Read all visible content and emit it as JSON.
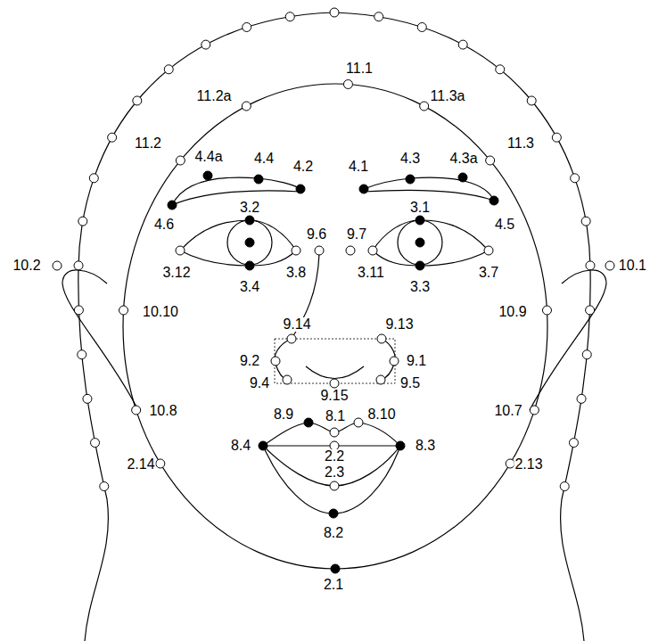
{
  "diagram": {
    "labels": [
      "11.1",
      "11.2a",
      "11.3a",
      "11.2",
      "11.3",
      "4.4a",
      "4.4",
      "4.2",
      "4.1",
      "4.3",
      "4.3a",
      "4.6",
      "4.5",
      "3.2",
      "3.1",
      "9.6",
      "9.7",
      "10.2",
      "10.1",
      "3.12",
      "3.4",
      "3.8",
      "3.11",
      "3.3",
      "3.7",
      "10.10",
      "10.9",
      "9.14",
      "9.13",
      "9.2",
      "9.1",
      "9.4",
      "9.15",
      "9.5",
      "10.8",
      "10.7",
      "8.9",
      "8.1",
      "8.10",
      "8.4",
      "2.2",
      "8.3",
      "2.14",
      "2.3",
      "2.13",
      "8.2",
      "2.1"
    ]
  }
}
